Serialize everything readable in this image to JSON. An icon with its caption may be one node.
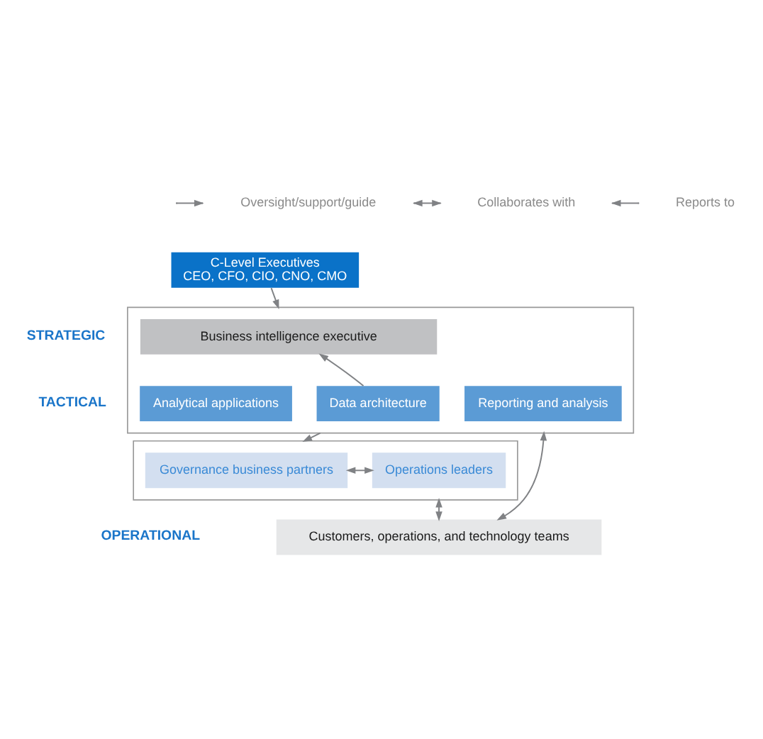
{
  "diagram": {
    "nodes": [
      {
        "text": [
          "C-Level Executives",
          "CEO, CFO, CIO, CNO, CMO"
        ]
      },
      {
        "text": [],
        "shape": "box"
      },
      {
        "text": [
          "Business intelligence executive"
        ],
        "in": 1
      },
      {
        "text": [
          "Analytical applications"
        ],
        "in": 1
      },
      {
        "text": [
          "Data architecture"
        ],
        "in": 1
      },
      {
        "text": [
          "Reporting and analysis"
        ],
        "in": 1
      },
      {
        "text": [],
        "shape": "box"
      },
      {
        "text": [
          "Governance business partners"
        ],
        "in": 6
      },
      {
        "text": [
          "Operations leaders"
        ],
        "in": 6
      },
      {
        "text": [
          "Customers, operations, and technology teams"
        ]
      }
    ],
    "edges": [
      {
        "from": 0,
        "to": 1,
        "arrow": "to"
      },
      {
        "from": 4,
        "to": 2,
        "arrow": "to"
      },
      {
        "from": 1,
        "to": 6,
        "arrow": "to"
      },
      {
        "from": 7,
        "to": 8,
        "arrow": "both"
      },
      {
        "from": 6,
        "to": 9,
        "arrow": "both"
      },
      {
        "from": 1,
        "to": 9,
        "arrow": "both"
      }
    ],
    "labels": [
      "STRATEGIC",
      "TACTICAL",
      "OPERATIONAL"
    ],
    "legend": [
      {
        "text": "Oversight/support/guide"
      },
      {
        "text": "Collaborates with"
      },
      {
        "text": "Reports to"
      }
    ]
  }
}
